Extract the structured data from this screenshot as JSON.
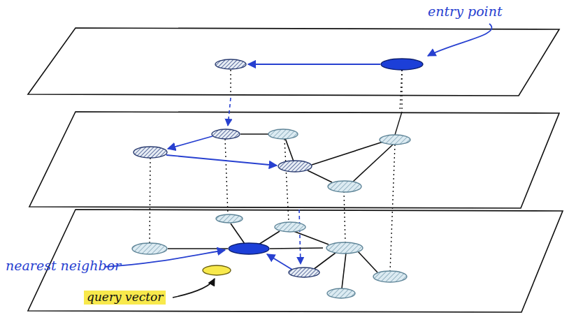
{
  "diagram": {
    "labels": [
      "entry point",
      "nearest neighbor",
      "query vector"
    ]
  }
}
